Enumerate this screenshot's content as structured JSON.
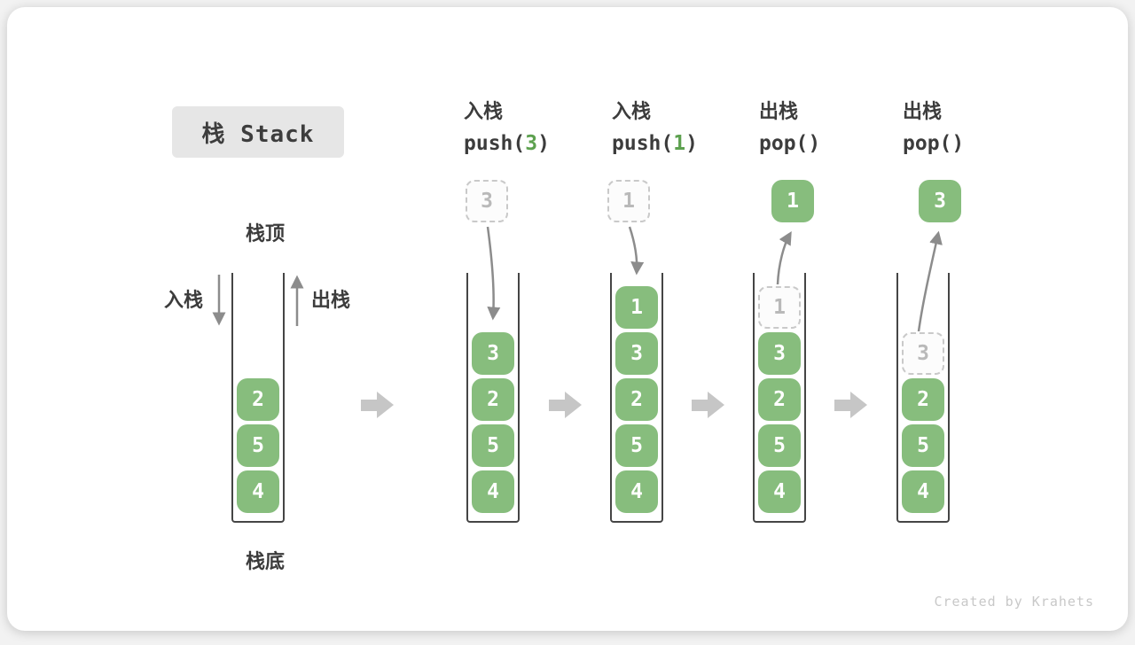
{
  "title": "栈 Stack",
  "side": {
    "top_label": "栈顶",
    "bottom_label": "栈底",
    "push_label": "入栈",
    "pop_label": "出栈"
  },
  "watermark": "Created by Krahets",
  "colors": {
    "green": "#87bd7d",
    "code_green": "#5da14f",
    "arrow_gray": "#8c8c8c",
    "block_arrow": "#c6c6c6",
    "wall": "#454545",
    "dashed_border": "#c9c9c9",
    "dashed_text": "#b9b9b9",
    "title_bg": "#e6e6e6",
    "text": "#3c3c3c",
    "watermark": "#c8c8c8"
  },
  "operations": [
    {
      "label": "入栈",
      "code": {
        "pre": "push(",
        "arg": "3",
        "post": ")"
      },
      "float_box": {
        "value": "3",
        "variant": "dashed"
      }
    },
    {
      "label": "入栈",
      "code": {
        "pre": "push(",
        "arg": "1",
        "post": ")"
      },
      "float_box": {
        "value": "1",
        "variant": "dashed"
      }
    },
    {
      "label": "出栈",
      "code": {
        "pre": "pop(",
        "arg": "",
        "post": ")"
      },
      "float_box": {
        "value": "1",
        "variant": "solid"
      }
    },
    {
      "label": "出栈",
      "code": {
        "pre": "pop(",
        "arg": "",
        "post": ")"
      },
      "float_box": {
        "value": "3",
        "variant": "solid"
      }
    }
  ],
  "stacks": [
    {
      "items": [
        {
          "value": "2"
        },
        {
          "value": "5"
        },
        {
          "value": "4"
        }
      ]
    },
    {
      "items": [
        {
          "value": "3"
        },
        {
          "value": "2"
        },
        {
          "value": "5"
        },
        {
          "value": "4"
        }
      ]
    },
    {
      "items": [
        {
          "value": "1"
        },
        {
          "value": "3"
        },
        {
          "value": "2"
        },
        {
          "value": "5"
        },
        {
          "value": "4"
        }
      ]
    },
    {
      "items": [
        {
          "value": "1",
          "variant": "dashed"
        },
        {
          "value": "3"
        },
        {
          "value": "2"
        },
        {
          "value": "5"
        },
        {
          "value": "4"
        }
      ]
    },
    {
      "items": [
        {
          "value": "3",
          "variant": "dashed"
        },
        {
          "value": "2"
        },
        {
          "value": "5"
        },
        {
          "value": "4"
        }
      ]
    }
  ]
}
